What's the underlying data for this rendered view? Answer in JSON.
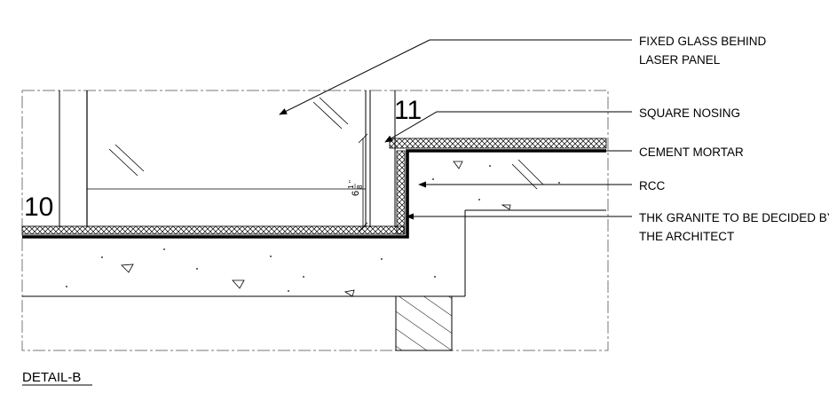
{
  "drawing": {
    "title": "DETAIL-B",
    "grid_labels": [
      "10",
      "11"
    ],
    "dimension": {
      "whole": "6",
      "numerator": "1",
      "denominator": "8",
      "unit": "\""
    },
    "callouts": [
      {
        "lines": [
          "FIXED GLASS BEHIND",
          "LASER PANEL"
        ]
      },
      {
        "lines": [
          "SQUARE NOSING"
        ]
      },
      {
        "lines": [
          "CEMENT MORTAR"
        ]
      },
      {
        "lines": [
          "RCC"
        ]
      },
      {
        "lines": [
          "THK GRANITE TO BE DECIDED BY",
          "THE ARCHITECT"
        ]
      }
    ]
  }
}
